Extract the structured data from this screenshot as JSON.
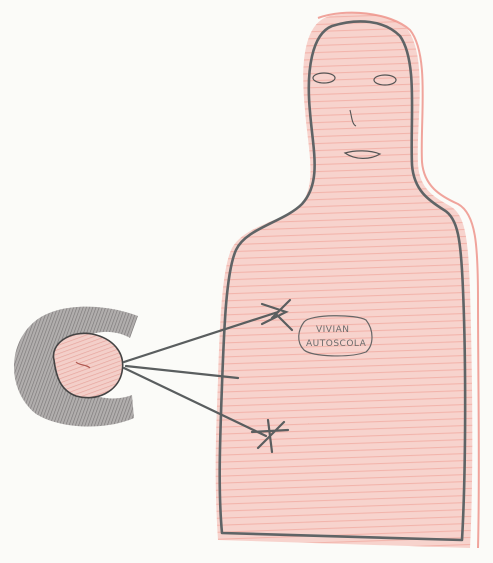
{
  "drawing": {
    "badge_lines": [
      "VIVIAN",
      "AUTOSCOLA"
    ],
    "colors": {
      "paper": "#fbfbf8",
      "body_fill": "#f6c9c2",
      "body_hatch": "#ef9a90",
      "outline": "#5f6466",
      "object_shade": "#8a8686",
      "object_inner": "#f0b8b0",
      "arrow": "#5a5e5f"
    },
    "icons": [
      "person-figure",
      "radiating-object",
      "arrow"
    ]
  }
}
